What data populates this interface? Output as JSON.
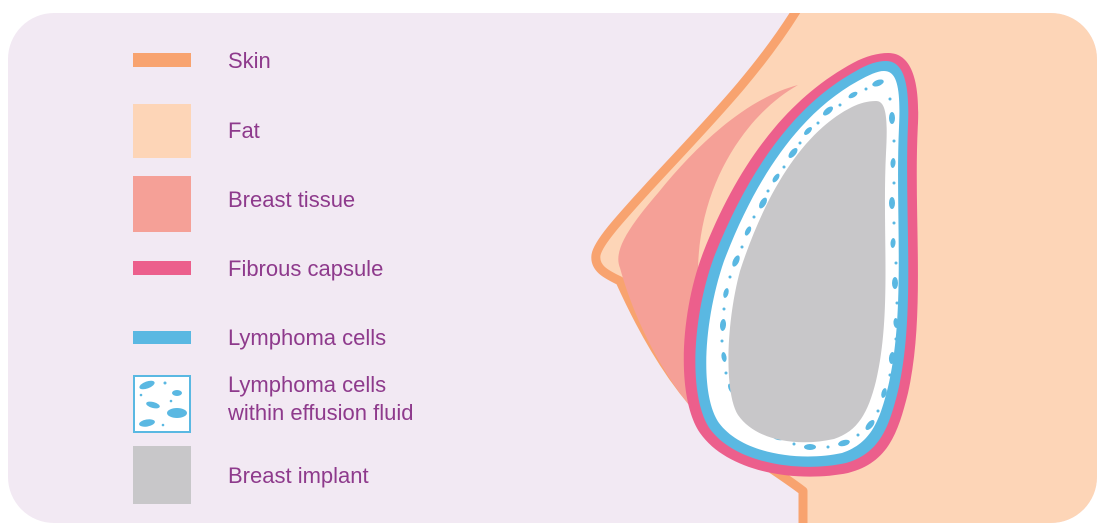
{
  "legend": {
    "items": [
      {
        "key": "skin",
        "label": "Skin",
        "color": "#f8a36f"
      },
      {
        "key": "fat",
        "label": "Fat",
        "color": "#fdd5b7"
      },
      {
        "key": "breast_tissue",
        "label": "Breast tissue",
        "color": "#f5a097"
      },
      {
        "key": "fibrous_capsule",
        "label": "Fibrous capsule",
        "color": "#ec5f8c"
      },
      {
        "key": "lymphoma_cells",
        "label": "Lymphoma cells",
        "color": "#5ab8e2"
      },
      {
        "key": "lymphoma_effusion",
        "label_line1": "Lymphoma cells",
        "label_line2": "within effusion fluid",
        "color": "#5ab8e2"
      },
      {
        "key": "breast_implant",
        "label": "Breast implant",
        "color": "#c8c7c9"
      }
    ]
  }
}
